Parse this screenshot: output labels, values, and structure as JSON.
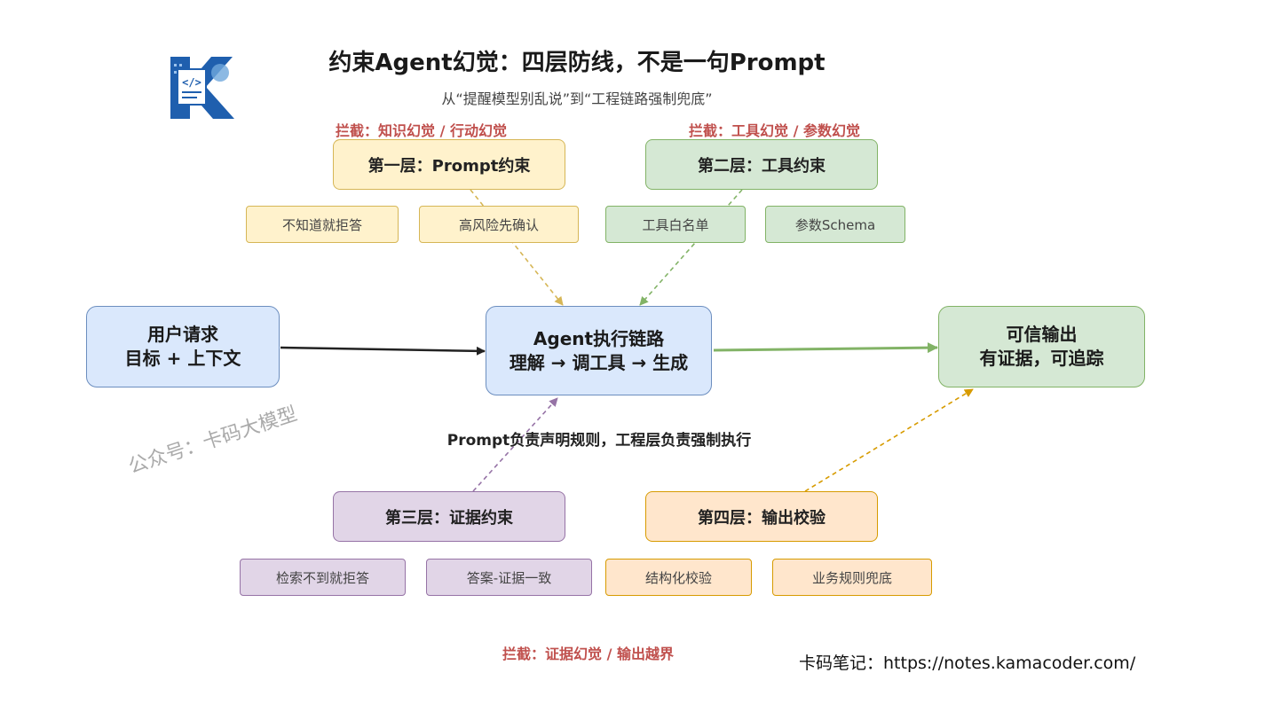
{
  "title": "约束Agent幻觉：四层防线，不是一句Prompt",
  "subtitle": "从“提醒模型别乱说”到“工程链路强制兜底”",
  "logo": {
    "letter": "K",
    "glyph": "</>"
  },
  "layers": [
    {
      "intercept": "拦截：知识幻觉 / 行动幻觉",
      "label": "第一层：Prompt约束",
      "tags": [
        "不知道就拒答",
        "高风险先确认"
      ],
      "color": "#d6b656"
    },
    {
      "intercept": "拦截：工具幻觉 / 参数幻觉",
      "label": "第二层：工具约束",
      "tags": [
        "工具白名单",
        "参数Schema"
      ],
      "color": "#82b366"
    },
    {
      "intercept": "",
      "label": "第三层：证据约束",
      "tags": [
        "检索不到就拒答",
        "答案-证据一致"
      ],
      "color": "#9673a6"
    },
    {
      "intercept": "",
      "label": "第四层：输出校验",
      "tags": [
        "结构化校验",
        "业务规则兜底"
      ],
      "color": "#d79b00"
    }
  ],
  "bottom_intercept": "拦截：证据幻觉 / 输出越界",
  "nodes": {
    "request": {
      "line1": "用户请求",
      "line2": "目标 + 上下文"
    },
    "agent": {
      "line1": "Agent执行链路",
      "line2": "理解 → 调工具 → 生成"
    },
    "output": {
      "line1": "可信输出",
      "line2": "有证据，可追踪"
    }
  },
  "note": "Prompt负责声明规则，工程层负责强制执行",
  "watermark": "公众号：卡码大模型",
  "footer": "卡码笔记：https://notes.kamacoder.com/",
  "colors": {
    "intercept": "#c0504d",
    "arrow_main": "#222222",
    "arrow_out": "#82b366"
  }
}
